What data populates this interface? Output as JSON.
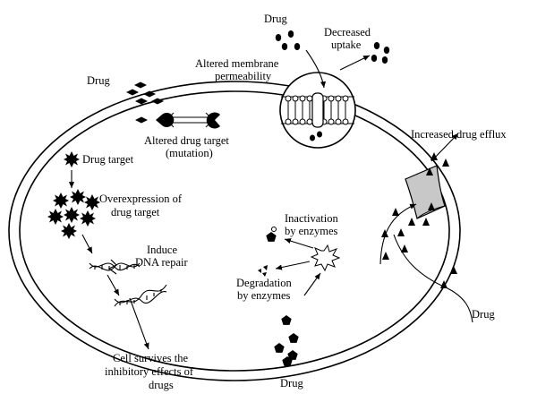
{
  "labels": {
    "drug_top": "Drug",
    "decreased_uptake_1": "Decreased",
    "decreased_uptake_2": "uptake",
    "drug_left": "Drug",
    "altered_membrane_1": "Altered membrane",
    "altered_membrane_2": "permeability",
    "altered_target_1": "Altered drug target",
    "altered_target_2": "(mutation)",
    "increased_efflux": "Increased drug efflux",
    "drug_target": "Drug target",
    "overexpression_1": "Overexpression of",
    "overexpression_2": "drug target",
    "induce_dna_1": "Induce",
    "induce_dna_2": "DNA repair",
    "inactivation_1": "Inactivation",
    "inactivation_2": "by enzymes",
    "degradation_1": "Degradation",
    "degradation_2": "by enzymes",
    "drug_right": "Drug",
    "drug_bottom": "Drug",
    "survives_1": "Cell survives the",
    "survives_2": "inhibitory effects of",
    "survives_3": "drugs"
  }
}
